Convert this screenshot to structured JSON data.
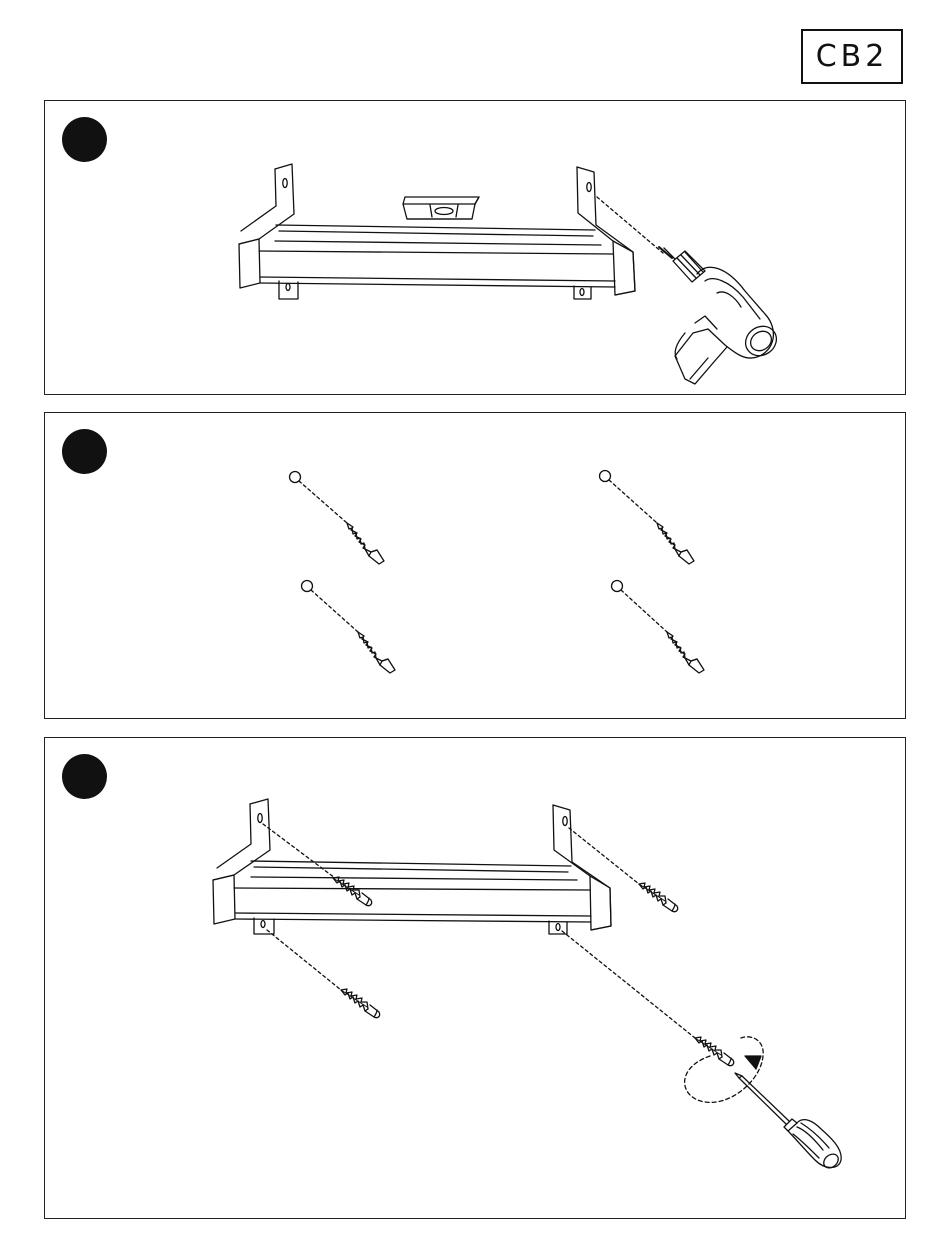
{
  "brand": {
    "logo_text": "CB2"
  },
  "steps": [
    {
      "id": 1,
      "icons": [
        "shelf-bracket-icon",
        "spirit-level-icon",
        "power-drill-icon"
      ]
    },
    {
      "id": 2,
      "icons": [
        "drill-hole-icon",
        "wall-anchor-icon"
      ]
    },
    {
      "id": 3,
      "icons": [
        "shelf-bracket-icon",
        "wood-screw-icon",
        "screwdriver-icon",
        "rotation-arrow-icon"
      ]
    }
  ],
  "colors": {
    "ink": "#111111",
    "paper": "#ffffff"
  }
}
